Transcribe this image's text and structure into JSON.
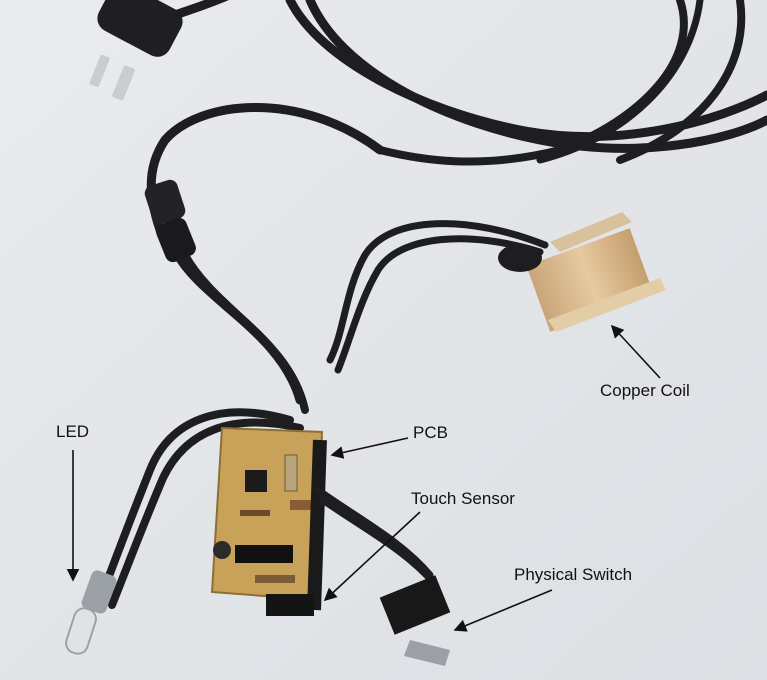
{
  "labels": {
    "led": "LED",
    "pcb": "PCB",
    "touch_sensor": "Touch Sensor",
    "physical_switch": "Physical Switch",
    "copper_coil": "Copper Coil"
  },
  "colors": {
    "background": "#e4e6e9",
    "cable": "#1c1c1e",
    "pcb_board": "#c9a25a",
    "coil": "#d9b98e",
    "label_text": "#111111"
  }
}
